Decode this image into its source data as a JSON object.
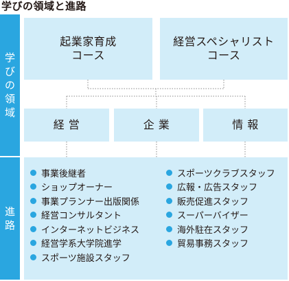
{
  "title": "学びの領域と進路",
  "side_labels": {
    "top": [
      "学",
      "び",
      "の",
      "領",
      "域"
    ],
    "bottom": [
      "進",
      "路"
    ]
  },
  "courses": [
    {
      "line1": "起業家育成",
      "line2": "コース"
    },
    {
      "line1": "経営スペシャリスト",
      "line2": "コース"
    }
  ],
  "fields": [
    "経 営",
    "企 業",
    "情 報"
  ],
  "careers": {
    "left": [
      "事業後継者",
      "ショップオーナー",
      "事業プランナー出版関係",
      "経営コンサルタント",
      "インターネットビジネス",
      "経営学系大学院進学",
      "スポーツ施設スタッフ"
    ],
    "right": [
      "スポーツクラブスタッフ",
      "広報・広告スタッフ",
      "販売促進スタッフ",
      "スーパーバイザー",
      "海外駐在スタッフ",
      "貿易事務スタッフ"
    ]
  },
  "colors": {
    "accent": "#2aa6e0",
    "box": "#d2edf9",
    "text": "#231815"
  }
}
